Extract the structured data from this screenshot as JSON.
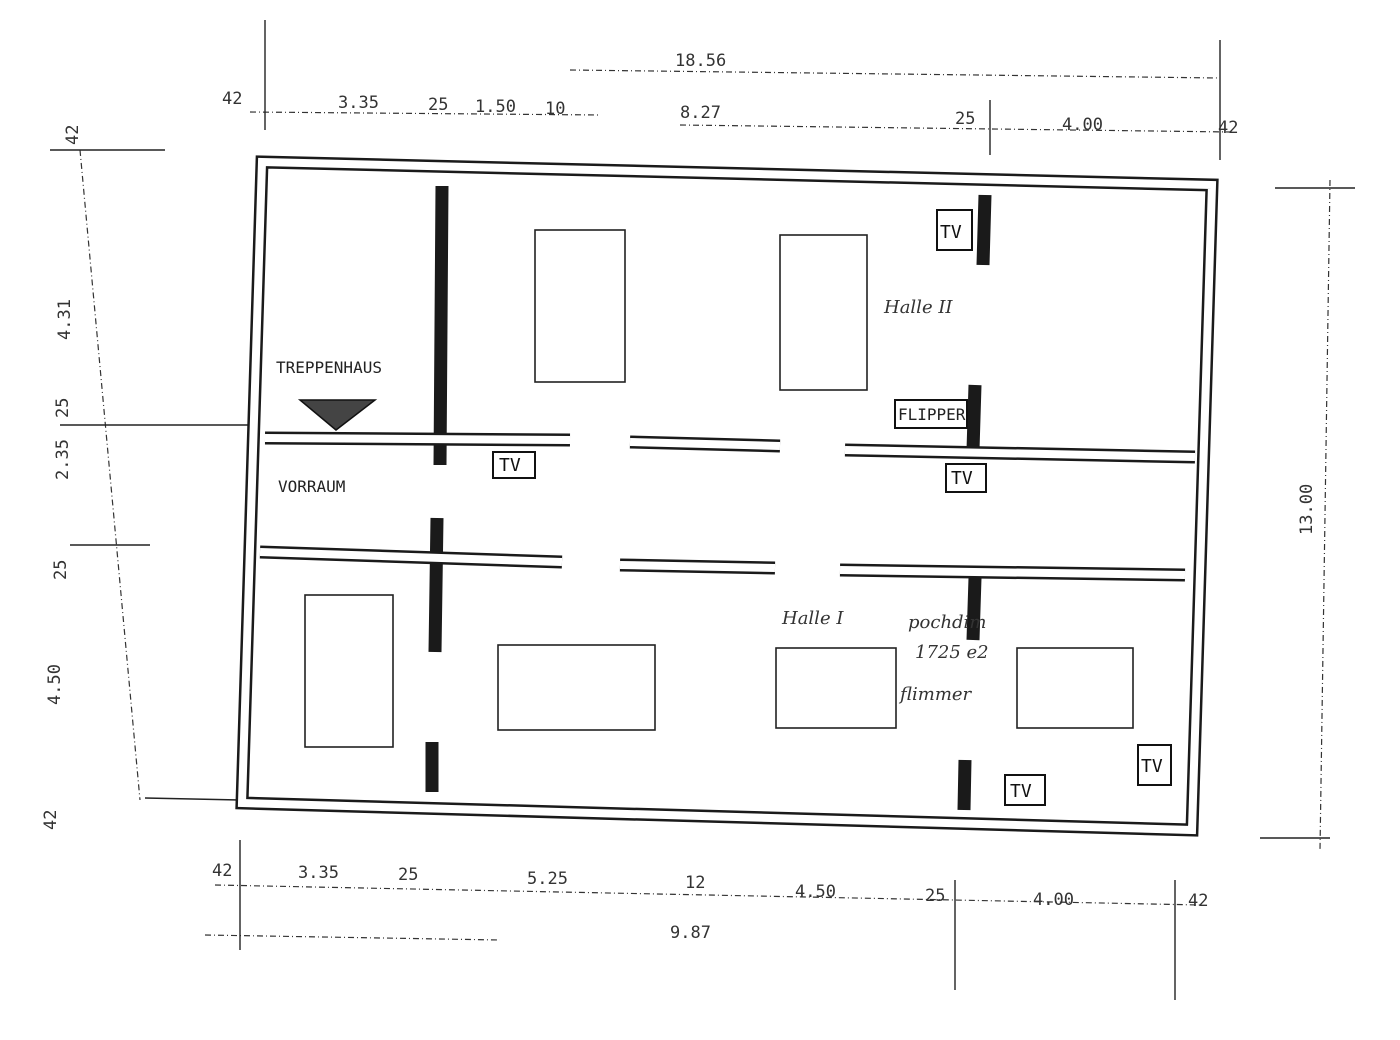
{
  "rooms": {
    "stairwell": "TREPPENHAUS",
    "anteroom": "VORRAUM",
    "hall_upper": "Halle II",
    "hall_lower": "Halle I",
    "handwritten_note": [
      "pochdim",
      "1725 e2",
      "flimmer"
    ]
  },
  "fixtures": {
    "tv_label": "TV",
    "flipper_label": "FLIPPER"
  },
  "dimensions": {
    "top_total": "18.56",
    "top": [
      "42",
      "3.35",
      "25",
      "1.50",
      "10",
      "8.27",
      "25",
      "4.00",
      "42"
    ],
    "bottom": [
      "42",
      "3.35",
      "25",
      "5.25",
      "12",
      "4.50",
      "25",
      "4.00",
      "42"
    ],
    "bottom_sub": "9.87",
    "left": [
      "42",
      "4.31",
      "25",
      "2.35",
      "25",
      "4.50",
      "42"
    ],
    "right_total": "13.00"
  }
}
